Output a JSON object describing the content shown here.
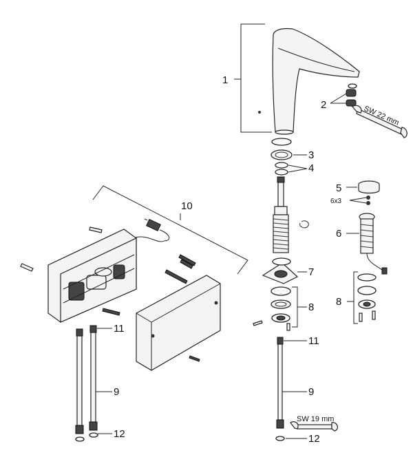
{
  "diagram": {
    "labels": {
      "p1": "1",
      "p2": "2",
      "p3": "3",
      "p4": "4",
      "p5": "5",
      "p6": "6",
      "p7": "7",
      "p8_center": "8",
      "p8_right": "8",
      "p9_left": "9",
      "p9_center": "9",
      "p10": "10",
      "p11_left": "11",
      "p11_center": "11",
      "p12_left": "12",
      "p12_center": "12",
      "qty_6x3": "6x3"
    },
    "tools": {
      "wrench_22": "SW 22 mm",
      "wrench_19": "SW 19 mm"
    }
  }
}
